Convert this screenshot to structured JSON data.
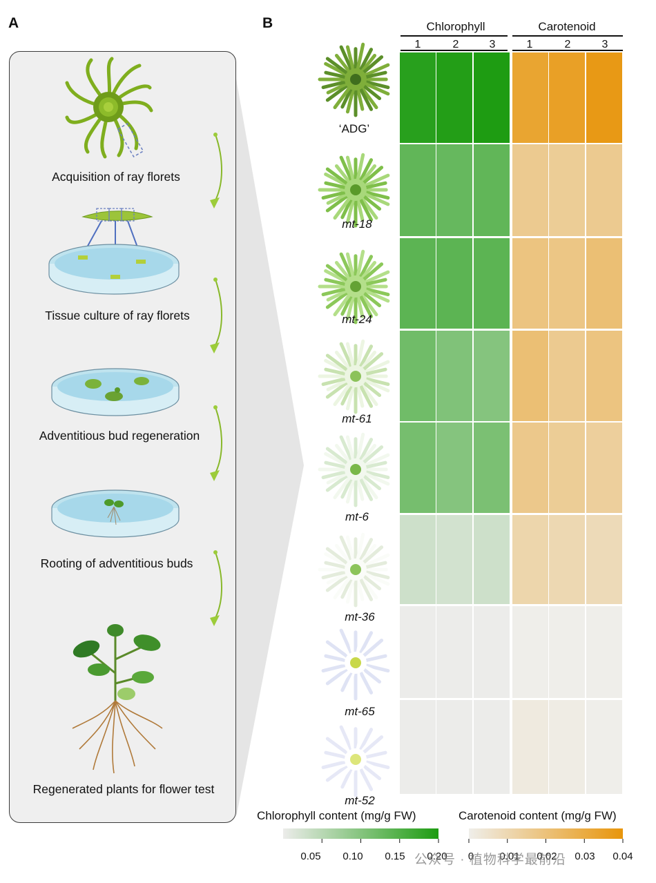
{
  "panels": {
    "a_letter": "A",
    "b_letter": "B"
  },
  "workflow": {
    "steps": [
      "Acquisition of ray florets",
      "Tissue culture of ray florets",
      "Adventitious bud regeneration",
      "Rooting of adventitious buds",
      "Regenerated plants for flower test"
    ]
  },
  "heatmap": {
    "group_headers": [
      "Chlorophyll",
      "Carotenoid"
    ],
    "replicates": [
      "1",
      "2",
      "3"
    ],
    "cultivars": [
      "‘ADG’",
      "mt-18",
      "mt-24",
      "mt-61",
      "mt-6",
      "mt-36",
      "mt-65",
      "mt-52"
    ],
    "chlorophyll": [
      [
        0.19,
        0.195,
        0.205
      ],
      [
        0.135,
        0.13,
        0.135
      ],
      [
        0.14,
        0.14,
        0.14
      ],
      [
        0.12,
        0.105,
        0.1
      ],
      [
        0.115,
        0.1,
        0.11
      ],
      [
        0.03,
        0.025,
        0.03
      ],
      [
        0.0,
        0.0,
        0.0
      ],
      [
        0.0,
        0.0,
        0.0
      ]
    ],
    "carotenoid": [
      [
        0.033,
        0.035,
        0.038
      ],
      [
        0.016,
        0.015,
        0.016
      ],
      [
        0.019,
        0.018,
        0.021
      ],
      [
        0.021,
        0.016,
        0.019
      ],
      [
        0.017,
        0.015,
        0.014
      ],
      [
        0.011,
        0.01,
        0.009
      ],
      [
        0.0,
        0.0,
        0.0
      ],
      [
        0.002,
        0.001,
        0.0
      ]
    ],
    "chlorophyll_range": [
      0.0,
      0.2
    ],
    "carotenoid_range": [
      0.0,
      0.04
    ]
  },
  "legends": {
    "chlorophyll_title": "Chlorophyll content (mg/g FW)",
    "chlorophyll_ticks": [
      "0.05",
      "0.10",
      "0.15",
      "0.20"
    ],
    "chlorophyll_tick_values": [
      0.05,
      0.1,
      0.15,
      0.2
    ],
    "carotenoid_title": "Carotenoid content (mg/g FW)",
    "carotenoid_ticks": [
      "0",
      "0.01",
      "0.02",
      "0.03",
      "0.04"
    ],
    "carotenoid_tick_values": [
      0,
      0.01,
      0.02,
      0.03,
      0.04
    ]
  },
  "colors": {
    "chl_low": "#ececea",
    "chl_high": "#1e9c12",
    "car_low": "#efeeea",
    "car_high": "#e8950a"
  },
  "watermark": "公众号 · 植物科学最前沿"
}
